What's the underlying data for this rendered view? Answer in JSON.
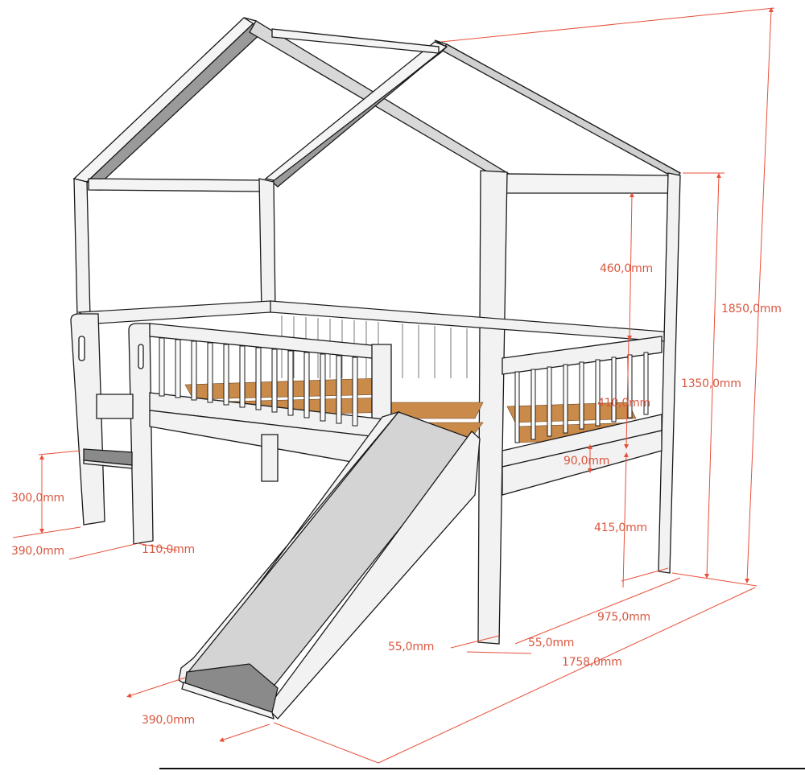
{
  "diagram": {
    "subject": "House-frame mid-sleeper bed with slide and ladder",
    "colors": {
      "dimension": "#e8503a",
      "dimension_text": "#d9573f",
      "wood_slats": "#c98a4a",
      "frame_fill": "#f2f2f2",
      "slide_bed": "#d4d4d4",
      "slide_foot": "#8a8a8a",
      "outline": "#1a1a1a",
      "background": "#ffffff"
    },
    "dimensions": {
      "total_height": "1850,0mm",
      "post_height": "1350,0mm",
      "roof_gap": "460,0mm",
      "rail_height": "410,0mm",
      "side_board": "90,0mm",
      "floor_clearance": "415,0mm",
      "bed_width": "975,0mm",
      "bed_length": "1758,0mm",
      "post_depth": "55,0mm",
      "post_width": "55,0mm",
      "ladder_step_height": "300,0mm",
      "ladder_width": "390,0mm",
      "ladder_depth": "110,0mm",
      "slide_width": "390,0mm"
    }
  }
}
